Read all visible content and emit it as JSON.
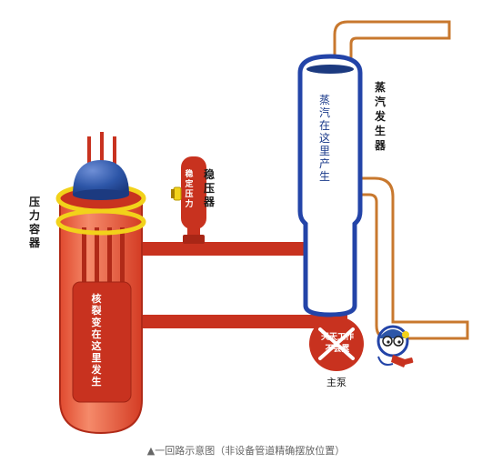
{
  "labels": {
    "pressure_vessel": "压力容器",
    "fission": "核裂变在这里发生",
    "pressurizer_inside": "稳定压力",
    "pressurizer": "稳压器",
    "sg_inside": "蒸汽在这里产生",
    "steam_generator": "蒸汽发生器",
    "pump_line1": "天天工作",
    "pump_line2": "不会累",
    "main_pump": "主泵"
  },
  "caption": "▲一回路示意图（非设备管道精确摆放位置）",
  "colors": {
    "vessel_red": "#c8321f",
    "vessel_light": "#f06a4a",
    "pipe_red": "#c8321f",
    "dome_blue": "#2d56a8",
    "ring_yellow": "#f2d21a",
    "sg_blue_border": "#2344a8",
    "sg_fill": "#ffffff",
    "secondary_loop_orange": "#c8782e",
    "pump_red": "#c8321f"
  },
  "icons": [
    "mascot-icon",
    "pump-cross-icon"
  ]
}
